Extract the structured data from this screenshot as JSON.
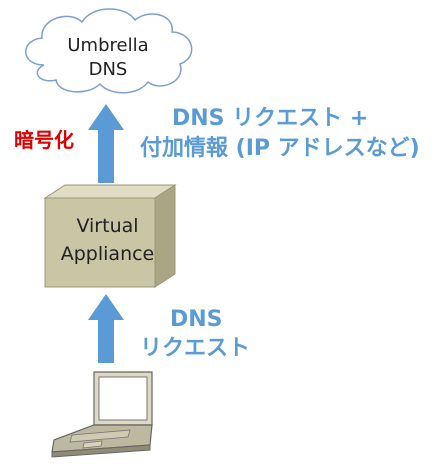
{
  "cloud": {
    "line1": "Umbrella",
    "line2": "DNS"
  },
  "appliance": {
    "line1": "Virtual",
    "line2": "Appliance"
  },
  "upper_label": {
    "line1": "DNS リクエスト +",
    "line2": "付加情報 (IP アドレスなど)"
  },
  "encryption_label": "暗号化",
  "lower_label": {
    "line1": "DNS",
    "line2": "リクエスト"
  },
  "colors": {
    "arrow": "#5b9bd5",
    "encryption": "#e00000",
    "cloud_stroke": "#7f9fd3",
    "appliance": "#c9c6a6"
  }
}
